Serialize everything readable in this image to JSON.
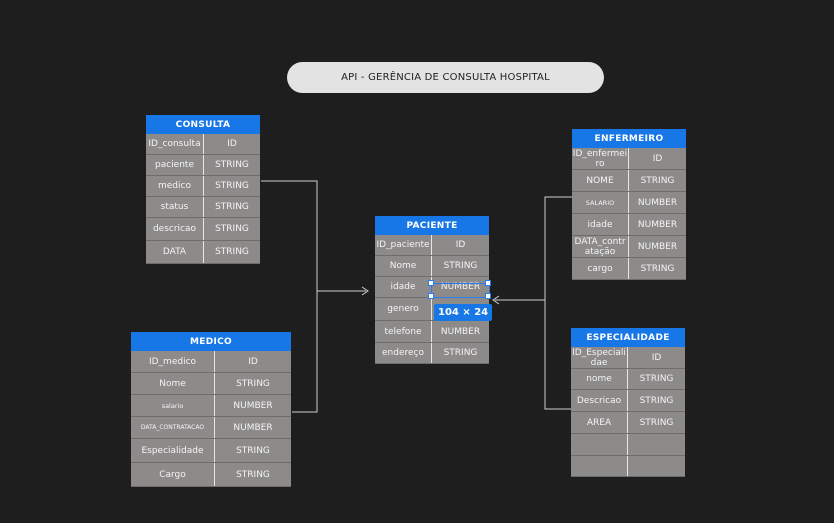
{
  "title": "API - GERÊNCIA DE CONSULTA HOSPITAL",
  "colors": {
    "header": "#1877e6",
    "row": "#8d8a8a",
    "background": "#1e1e1e",
    "connector": "#cfcfcf"
  },
  "entities": {
    "consulta": {
      "title": "CONSULTA",
      "rows": [
        {
          "name": "ID_consulta",
          "type": "ID"
        },
        {
          "name": "paciente",
          "type": "STRING"
        },
        {
          "name": "medico",
          "type": "STRING"
        },
        {
          "name": "status",
          "type": "STRING"
        },
        {
          "name": "descricao",
          "type": "STRING"
        },
        {
          "name": "DATA",
          "type": "STRING"
        }
      ]
    },
    "medico": {
      "title": "MEDICO",
      "rows": [
        {
          "name": "ID_medico",
          "type": "ID"
        },
        {
          "name": "Nome",
          "type": "STRING"
        },
        {
          "name": "salario",
          "type": "NUMBER"
        },
        {
          "name": "DATA_CONTRATACAO",
          "type": "NUMBER"
        },
        {
          "name": "Especialidade",
          "type": "STRING"
        },
        {
          "name": "Cargo",
          "type": "STRING"
        }
      ]
    },
    "paciente": {
      "title": "PACIENTE",
      "rows": [
        {
          "name": "ID_paciente",
          "type": "ID"
        },
        {
          "name": "Nome",
          "type": "STRING"
        },
        {
          "name": "idade",
          "type": "NUMBER"
        },
        {
          "name": "genero",
          "type": ""
        },
        {
          "name": "telefone",
          "type": "NUMBER"
        },
        {
          "name": "endereço",
          "type": "STRING"
        }
      ]
    },
    "enfermeiro": {
      "title": "ENFERMEIRO",
      "rows": [
        {
          "name": "ID_enfermeiro",
          "type": "ID"
        },
        {
          "name": "NOME",
          "type": "STRING"
        },
        {
          "name": "SALARIO",
          "type": "NUMBER"
        },
        {
          "name": "idade",
          "type": "NUMBER"
        },
        {
          "name": "DATA_contratação",
          "type": "NUMBER"
        },
        {
          "name": "cargo",
          "type": "STRING"
        }
      ]
    },
    "especialidade": {
      "title": "ESPECIALIDADE",
      "rows": [
        {
          "name": "ID_Especialidae",
          "type": "ID"
        },
        {
          "name": "nome",
          "type": "STRING"
        },
        {
          "name": "Descricao",
          "type": "STRING"
        },
        {
          "name": "AREA",
          "type": "STRING"
        },
        {
          "name": "",
          "type": ""
        },
        {
          "name": "",
          "type": ""
        }
      ]
    }
  },
  "selection": {
    "size_label": "104 × 24"
  }
}
